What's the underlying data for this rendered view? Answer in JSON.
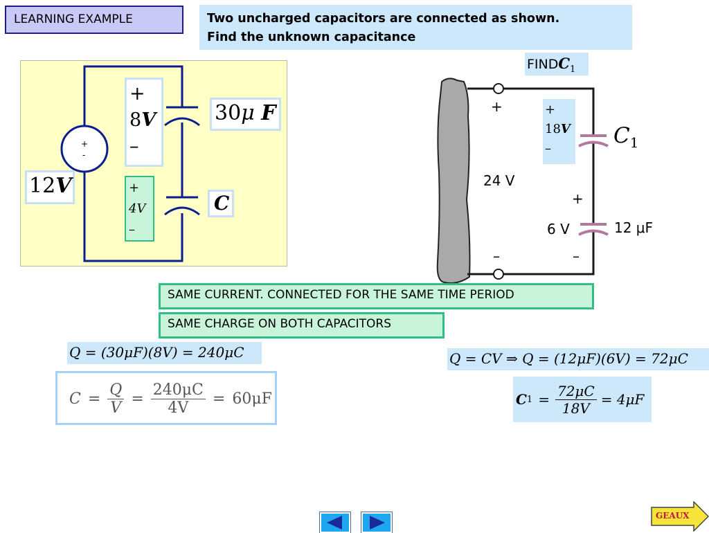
{
  "header": {
    "badge": "LEARNING EXAMPLE",
    "problem_line1": "Two uncharged capacitors are connected as shown.",
    "problem_line2": "Find the unknown capacitance"
  },
  "left_circuit": {
    "source_plus": "+",
    "source_minus": "-",
    "source_value": "12",
    "source_unit": "V",
    "cap1_plus": "+",
    "cap1_voltage_num": "8",
    "cap1_voltage_unit": "V",
    "cap1_minus": "–",
    "cap1_value_num": "30",
    "cap1_value_mu": "μ",
    "cap1_value_unit": "F",
    "cap2_plus": "+",
    "cap2_voltage": "4V",
    "cap2_minus": "–",
    "cap2_label": "C"
  },
  "right_circuit": {
    "find_prefix": "FIND",
    "find_var": "C",
    "find_sub": "1",
    "terminal_plus": "+",
    "terminal_minus": "–",
    "source_value": "24 V",
    "c1_box_plus": "+",
    "c1_box_voltage_num": "18",
    "c1_box_voltage_unit": "V",
    "c1_box_minus": "–",
    "c1_label": "C",
    "c1_sub": "1",
    "c2_plus": "+",
    "c2_voltage": "6 V",
    "c2_value": "12 μF",
    "c2_minus": "–"
  },
  "notes": {
    "same_current": "SAME CURRENT.  CONNECTED FOR THE SAME TIME PERIOD",
    "same_charge": "SAME CHARGE ON BOTH CAPACITORS"
  },
  "equations": {
    "left_q": "Q = (30μF)(8V) = 240μC",
    "left_c_lhs": "C",
    "left_c_num1": "Q",
    "left_c_den1": "V",
    "left_c_num2": "240μC",
    "left_c_den2": "4V",
    "left_c_result": "60μF",
    "right_q": "Q = CV ⇒ Q = (12μF)(6V) = 72μC",
    "right_c1_lhs": "C",
    "right_c1_sub": "1",
    "right_c1_num": "72μC",
    "right_c1_den": "18V",
    "right_c1_result": "= 4μF"
  },
  "navigation": {
    "prev_icon": "left-triangle-icon",
    "next_icon": "right-triangle-icon",
    "geaux_label": "GEAUX"
  },
  "colors": {
    "wire": "#0a1e8f",
    "circuit_bg": "#ffffc6",
    "note_bg": "#c8f5da",
    "note_border": "#2fbf86",
    "header_bg": "#cde7fb",
    "cap_right": "#b07aa0",
    "geaux_bg": "#f7e43a",
    "geaux_text": "#c0183c"
  }
}
